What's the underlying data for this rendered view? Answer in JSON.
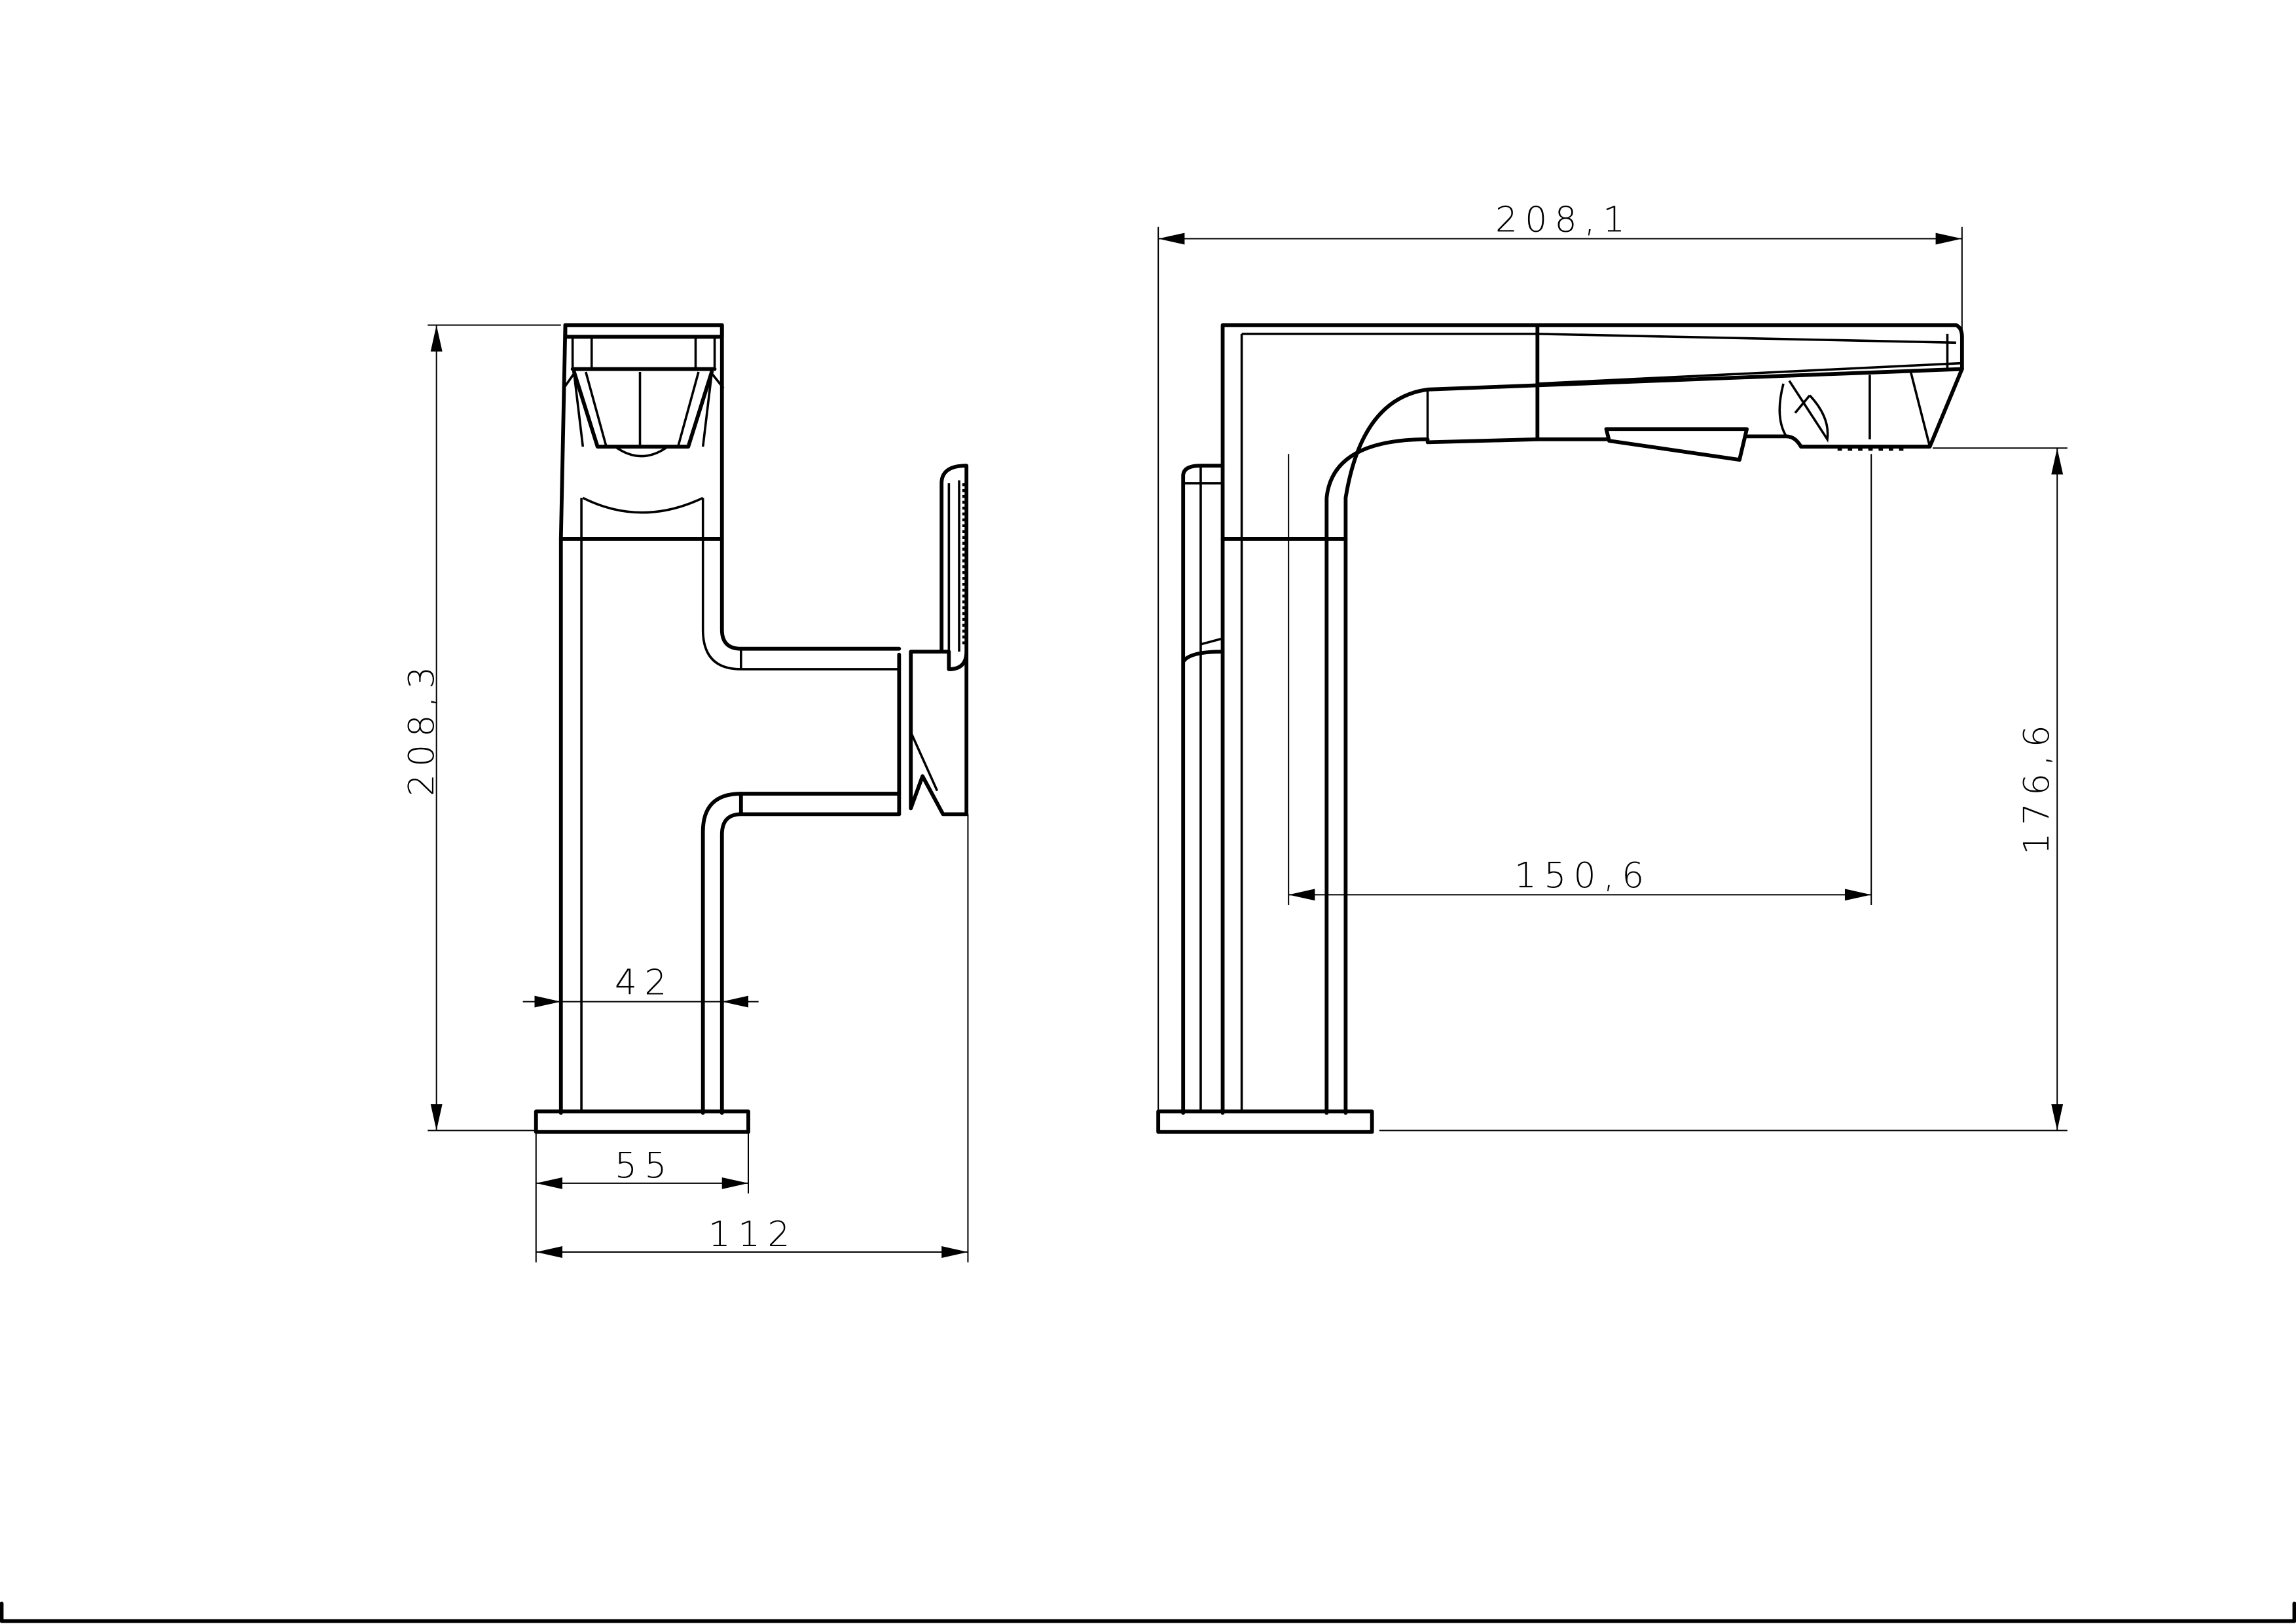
{
  "drawing": {
    "title": "Faucet dimension drawing",
    "stroke_color": "#000000",
    "background": "#ffffff"
  },
  "front_view": {
    "dimensions": {
      "height": "208,3",
      "body_width": "42",
      "base_width": "55",
      "overall_depth": "112"
    }
  },
  "side_view": {
    "dimensions": {
      "overall_length": "208,1",
      "spout_reach": "150,6",
      "spout_height": "176,6"
    }
  }
}
